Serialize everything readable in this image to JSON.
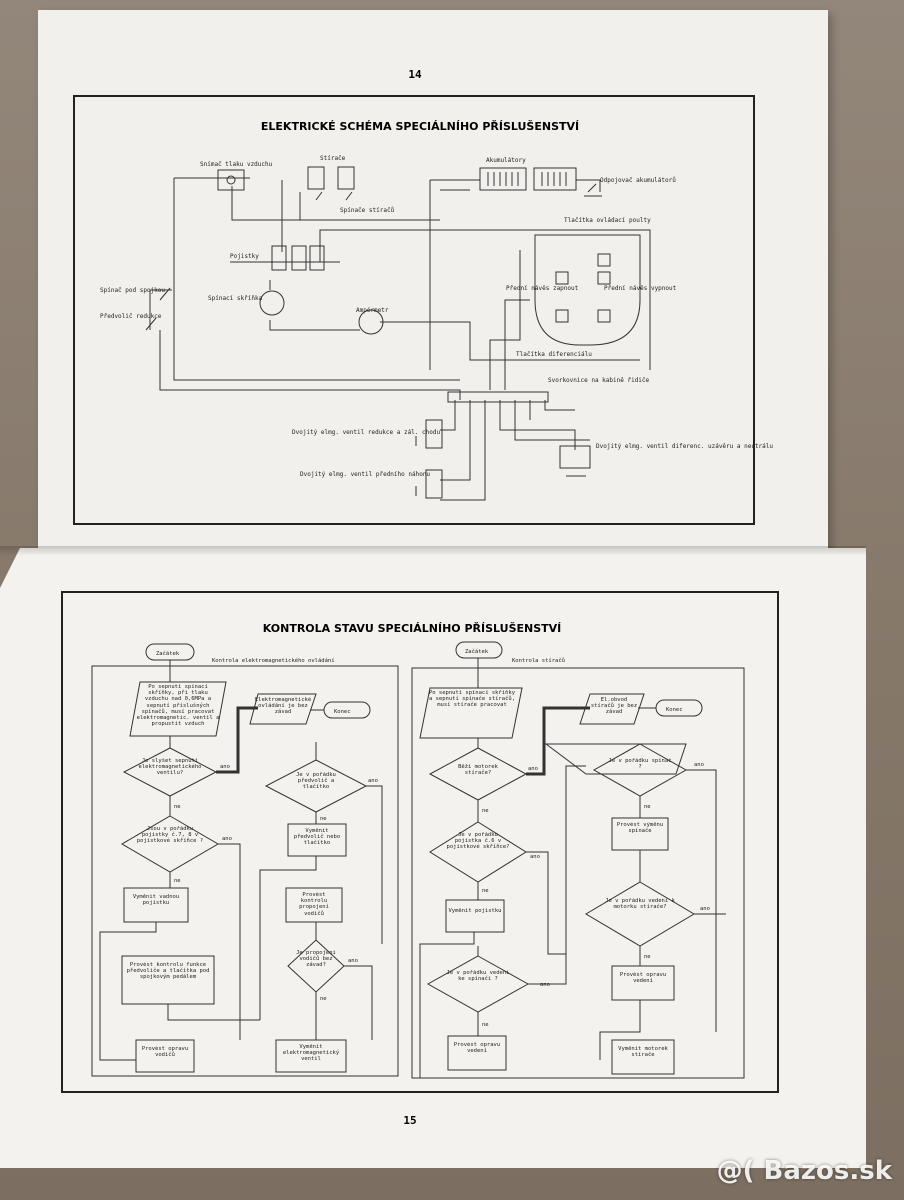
{
  "site": {
    "watermark": "@( Bazos.sk"
  },
  "top_page": {
    "page_number": "14",
    "title": "ELEKTRICKÉ SCHÉMA SPECIÁLNÍHO PŘÍSLUŠENSTVÍ",
    "labels": {
      "snimac": "Snímač tlaku vzduchu",
      "stirace": "Stírače",
      "spinace_stiracu": "Spínače stíračů",
      "akumulatory": "Akumulátory",
      "odpojovac": "Odpojovač akumulátorů",
      "tlacitka": "Tlačítka ovládací poulty",
      "pojistky": "Pojistky",
      "spinaci_skrinka": "Spínací skříňka",
      "spinac_pod_spojkou": "Spínač pod spojkou",
      "predvolic": "Předvolič redukce",
      "amperemetr": "Ampérmetr",
      "predni_naves_zapnout": "Přední návěs zapnout",
      "predni_naves_vypnout": "Přední návěs vypnout",
      "tlacitka_diferencial": "Tlačítka diferenciálu",
      "svorkovnice": "Svorkovnice na kabině řidiče",
      "ventil_redukce": "Dvojitý elmg. ventil redukce a zál. chodu",
      "ventil_diferencial": "Dvojitý elmg. ventil diferenc. uzávěru a neutrálu",
      "ventil_prednika": "Dvojitý elmg. ventil předního náhonu"
    }
  },
  "bottom_page": {
    "page_number": "15",
    "title": "KONTROLA STAVU SPECIÁLNÍHO PŘÍSLUŠENSTVÍ",
    "left_chart": {
      "start": "Začátek",
      "heading": "Kontrola elektromagnetického ovládání",
      "step1": "Po sepnutí spínací skříňky, při tlaku vzduchu nad 0,6MPa a sepnutí příslušných spínačů, musí pracovat elektromagnetic. ventil a propustit vzduch",
      "result_ok": "Elektromagnetické ovládání je bez závad",
      "end": "Konec",
      "q1": "Je slyšet sepnutí elektromagnetického ventilu?",
      "q2": "Jsou v pořádku pojistky č.7, 8 v pojistkové skříňce ?",
      "q3": "Je v pořádku předvolič a tlačítko",
      "q4": "Je propojení vodičů bez závad?",
      "act1": "Vyměnit vadnou pojistku",
      "act2": "Provést kontrolu funkce předvoliče a tlačítka pod spojkovým pedálem",
      "act3": "Vyměnit předvolič nebo tlačítko",
      "act4": "Provést kontrolu propojení vodičů",
      "act5": "Provést opravu vodičů",
      "act6": "Vyměnit elektromagnetický ventil",
      "yes": "ano",
      "no": "ne"
    },
    "right_chart": {
      "start": "Začátek",
      "heading": "Kontrola stíračů",
      "step1": "Po sepnutí spínací skříňky a sepnutí spínače stíračů, musí stírače pracovat",
      "result_ok": "El.obvod stíračů je bez závad",
      "end": "Konec",
      "q1": "Běží motorek stírače?",
      "q2": "Je v pořádku pojistka č.6 v pojistkové skříňce?",
      "q3": "Je v pořádku vedení ke spínači ?",
      "q4": "Je v pořádku spínač ?",
      "q5": "Je v pořádku vedení k motorku stírače?",
      "act1": "Vyměnit pojistku",
      "act2": "Provést opravu vedení",
      "act3": "Provést výměnu spínače",
      "act4": "Provést opravu vedení",
      "act5": "Vyměnit motorek stírače",
      "yes": "ano",
      "no": "ne"
    }
  }
}
